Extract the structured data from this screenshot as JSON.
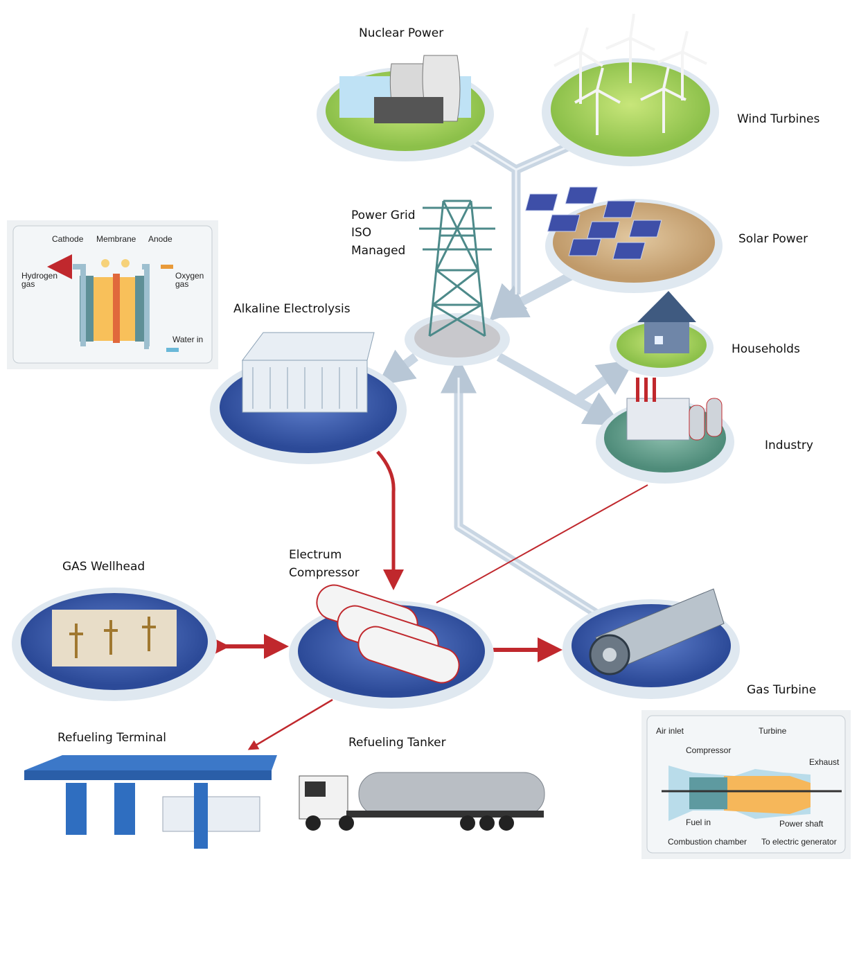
{
  "nodes": {
    "nuclear": "Nuclear Power",
    "wind": "Wind Turbines",
    "solar": "Solar Power",
    "grid": [
      "Power Grid",
      "ISO",
      "Managed"
    ],
    "alkaline": "Alkaline Electrolysis",
    "households": "Households",
    "industry": "Industry",
    "compressor": [
      "Electrum",
      "Compressor"
    ],
    "wellhead": "GAS Wellhead",
    "turbine": "Gas Turbine",
    "terminal": "Refueling Terminal",
    "tanker": "Refueling Tanker"
  },
  "electrolysis_inset": {
    "cathode": "Cathode",
    "membrane": "Membrane",
    "anode": "Anode",
    "hydrogen": [
      "Hydrogen",
      "gas"
    ],
    "oxygen": [
      "Oxygen",
      "gas"
    ],
    "water": "Water in"
  },
  "turbine_inset": {
    "air": "Air inlet",
    "compressor": "Compressor",
    "turbine": "Turbine",
    "exhaust": "Exhaust",
    "fuel": "Fuel in",
    "shaft": "Power shaft",
    "chamber": "Combustion chamber",
    "generator": "To electric generator"
  },
  "colors": {
    "pipe": "#c9d6e3",
    "hydrogen_arrow": "#c0282d",
    "platform_blue": "#3f5fae",
    "platform_green": "#a6d25a"
  }
}
